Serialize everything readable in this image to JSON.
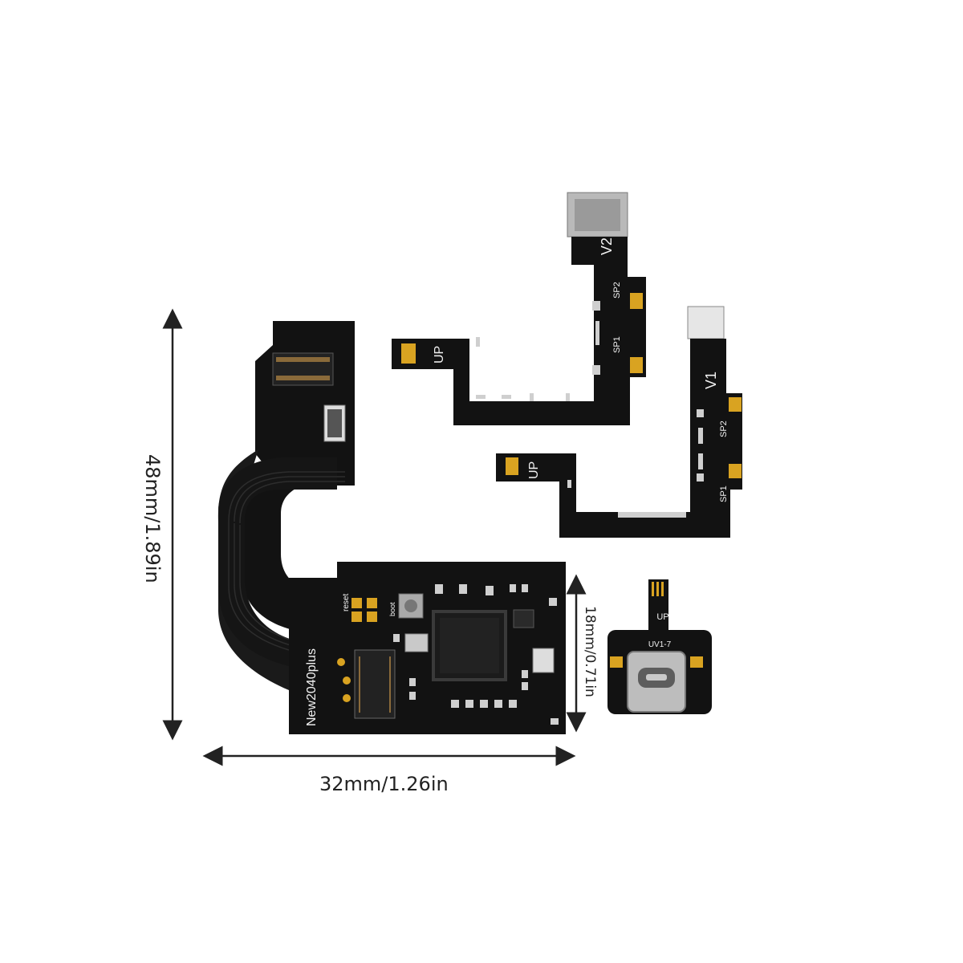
{
  "dimensions": {
    "height": "48mm/1.89in",
    "width": "32mm/1.26in",
    "board_height": "18mm/0.71in"
  },
  "board_labels": {
    "main": "New2040plus",
    "reset": "reset",
    "boot": "boot"
  },
  "flex_v2": {
    "version": "V2",
    "up": "UP",
    "sp2": "SP2",
    "sp1": "SP1"
  },
  "flex_v1": {
    "version": "V1",
    "up": "UP",
    "sp2": "SP2",
    "sp1": "SP1"
  },
  "usb_board": {
    "up": "UP",
    "model": "UV1-7"
  },
  "colors": {
    "pcb": "#121212",
    "pad": "#d9a321",
    "silk": "#f2f2f2",
    "metal": "#b9b9b9"
  }
}
